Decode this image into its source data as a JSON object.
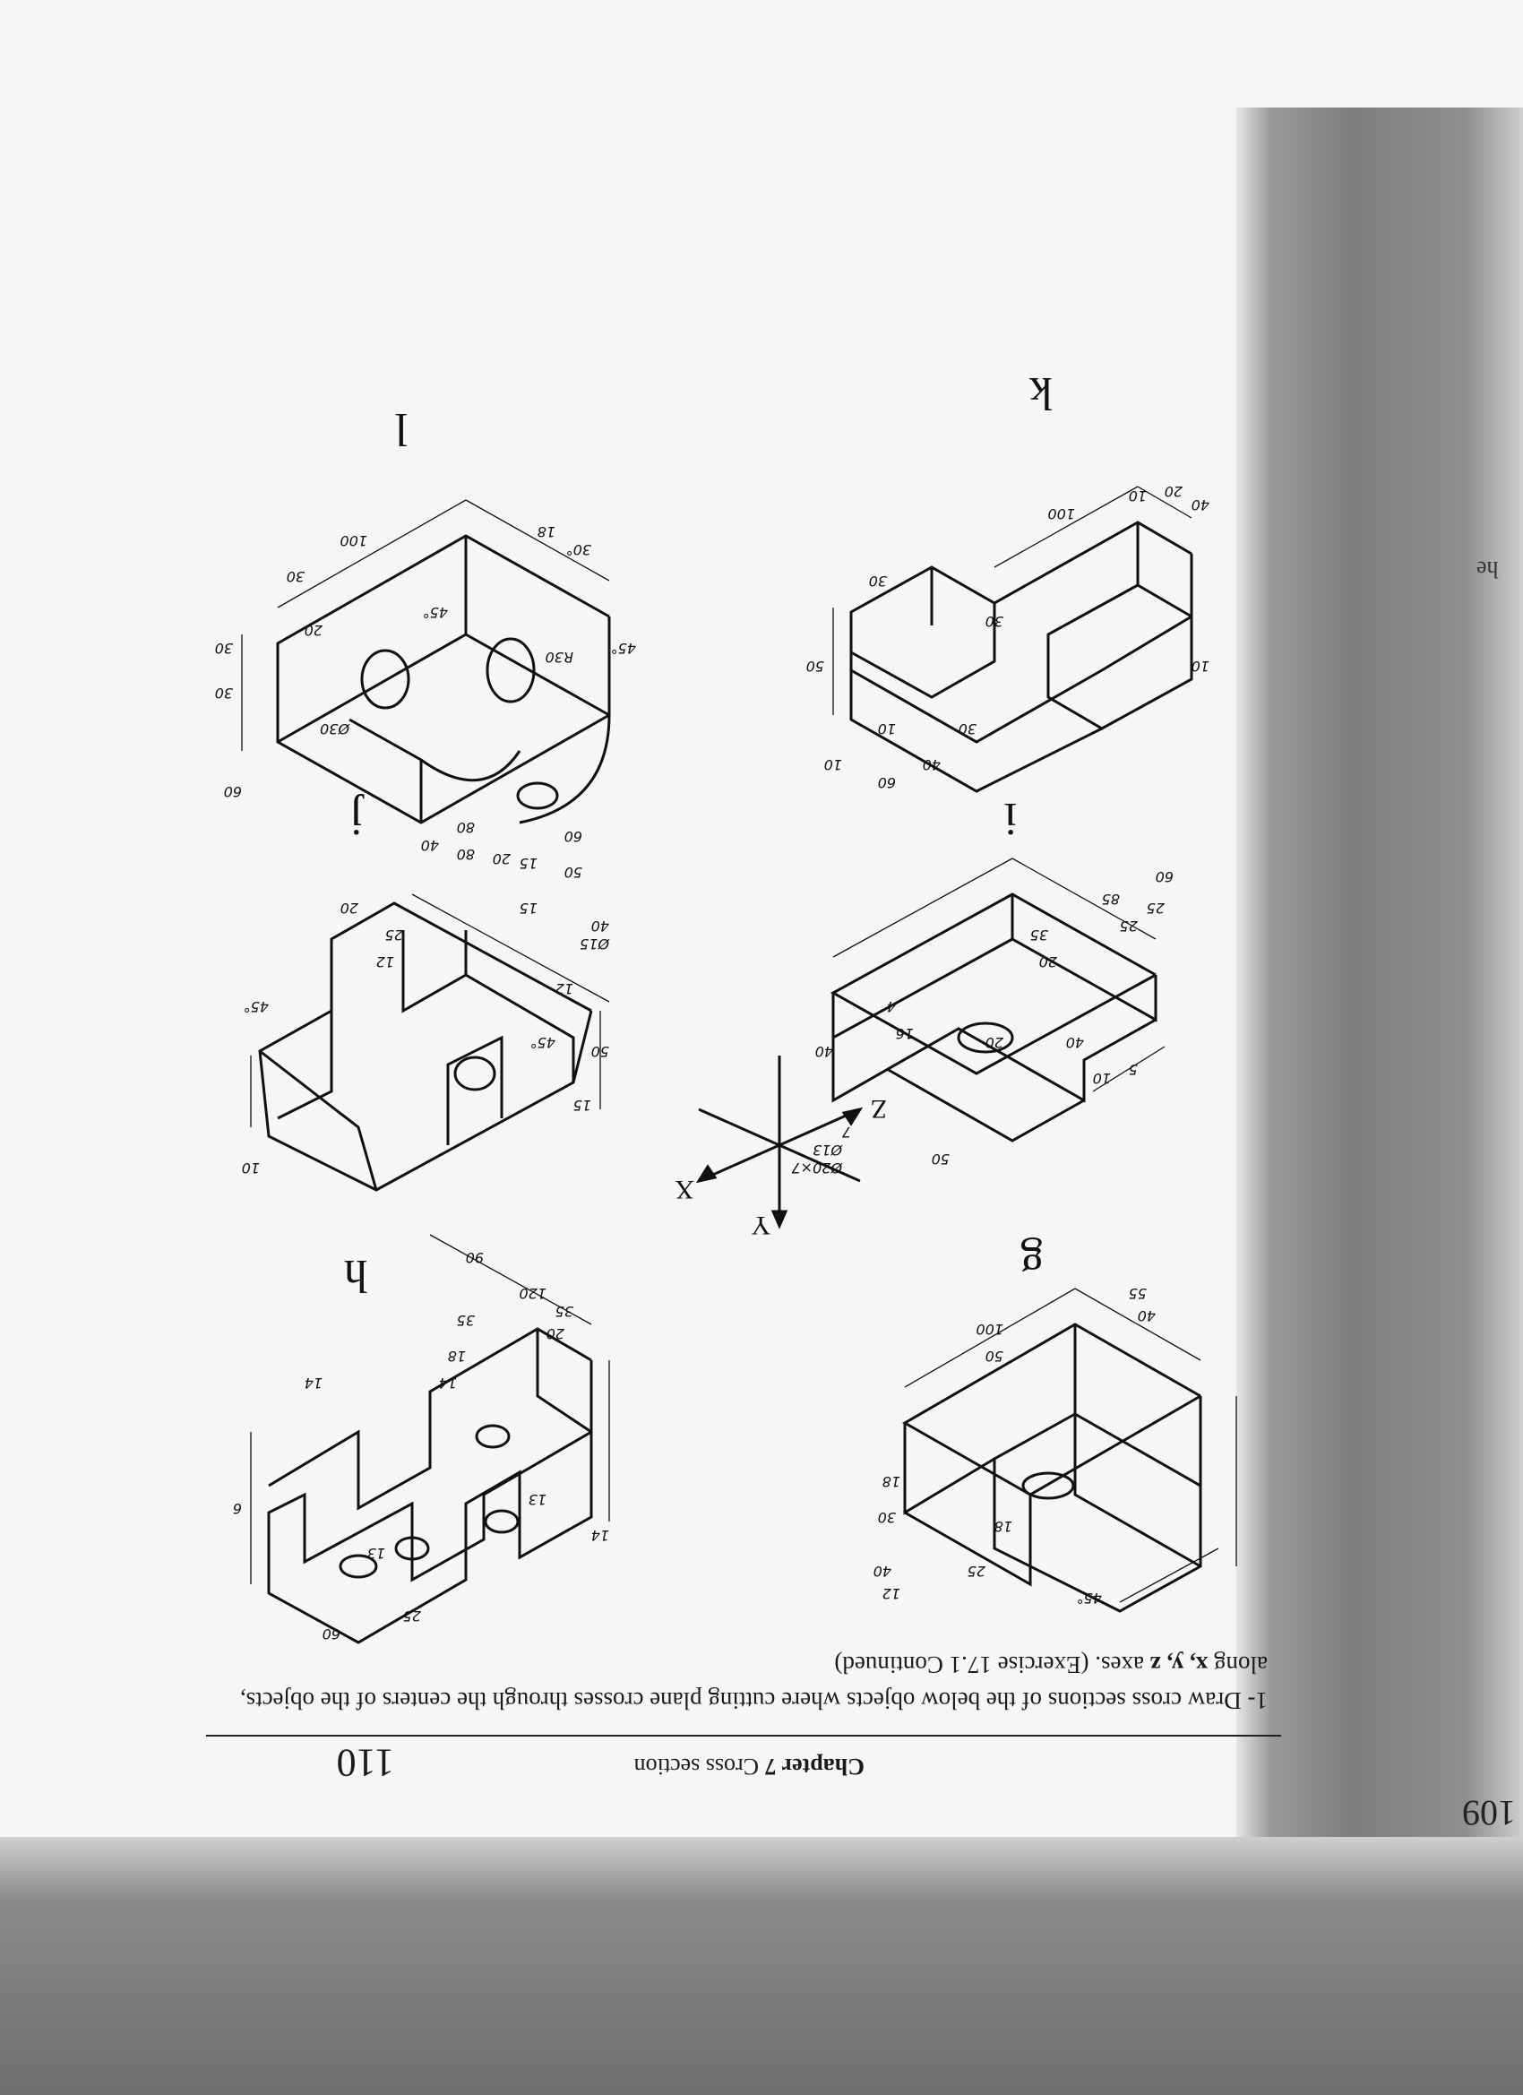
{
  "header": {
    "page_number": "110",
    "chapter_label": "Chapter 7",
    "chapter_title": "Cross section"
  },
  "exercise": {
    "number": "1-",
    "text_a": "Draw cross sections of the below objects where cutting plane crosses through the centers of the objects, along",
    "axes": "x, y, z",
    "text_b": "axes. (Exercise 17.1 Continued)"
  },
  "axes_icon": {
    "x": "X",
    "y": "Y",
    "z": "Z"
  },
  "figures": [
    {
      "label": "g",
      "dims": [
        "100",
        "50",
        "40",
        "55",
        "30",
        "18",
        "18",
        "25",
        "40",
        "12",
        "45°"
      ]
    },
    {
      "label": "h",
      "dims": [
        "120",
        "90",
        "35",
        "20",
        "35",
        "18",
        "14",
        "13",
        "13",
        "14",
        "60",
        "60",
        "25",
        "14"
      ]
    },
    {
      "label": "i",
      "dims": [
        "85",
        "60",
        "35",
        "25",
        "25",
        "20",
        "20",
        "40",
        "10",
        "5",
        "16",
        "40",
        "4",
        "7",
        "50",
        "Ø20×7",
        "Ø13"
      ]
    },
    {
      "label": "j",
      "dims": [
        "80",
        "50",
        "15",
        "20",
        "25",
        "20",
        "12",
        "15",
        "Ø15",
        "40",
        "12",
        "50",
        "45°",
        "15",
        "10",
        "45°"
      ]
    },
    {
      "label": "k",
      "dims": [
        "100",
        "50",
        "30",
        "30",
        "10",
        "40",
        "20",
        "10",
        "10",
        "60",
        "40",
        "30",
        "10"
      ]
    },
    {
      "label": "l",
      "dims": [
        "100",
        "30",
        "30",
        "30",
        "20",
        "18",
        "30°",
        "45°",
        "Ø30",
        "R30",
        "60",
        "40",
        "80",
        "60",
        "45°"
      ]
    }
  ],
  "side_page": {
    "number": "109",
    "fragment": "he"
  }
}
